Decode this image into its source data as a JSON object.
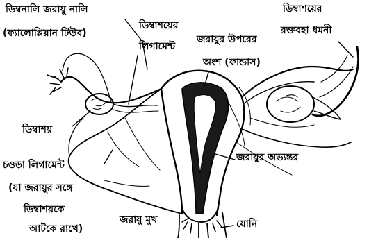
{
  "diagram": {
    "labels": {
      "fallopian_tube_line1": "ডিম্বনালি জরায়ু নালি",
      "fallopian_tube_line2": "(ফ্যালোপ্পিয়ান টিউব)",
      "ovarian_ligament_line1": "ডিম্বাশয়ের",
      "ovarian_ligament_line2": "লিগামেন্ট",
      "ovarian_artery_line1": "ডিম্বাশয়ের",
      "ovarian_artery_line2": "রক্তবহা ধমনী",
      "fundus_line1": "জরায়ুর উপরের",
      "fundus_line2": "অংশ (ফান্ডাস)",
      "ovary": "ডিম্বাশয়",
      "uterine_cavity": "জরায়ুর অভ্যন্তর",
      "broad_ligament_line1": "চওড়া লিগামেন্ট",
      "broad_ligament_line2": "(যা জরায়ুর সঙ্গে",
      "broad_ligament_line3": "ডিম্বাশয়কে",
      "broad_ligament_line4": "আটকে রাখে)",
      "cervix": "জরায়ু মুখ",
      "vagina": "যোনি"
    }
  }
}
